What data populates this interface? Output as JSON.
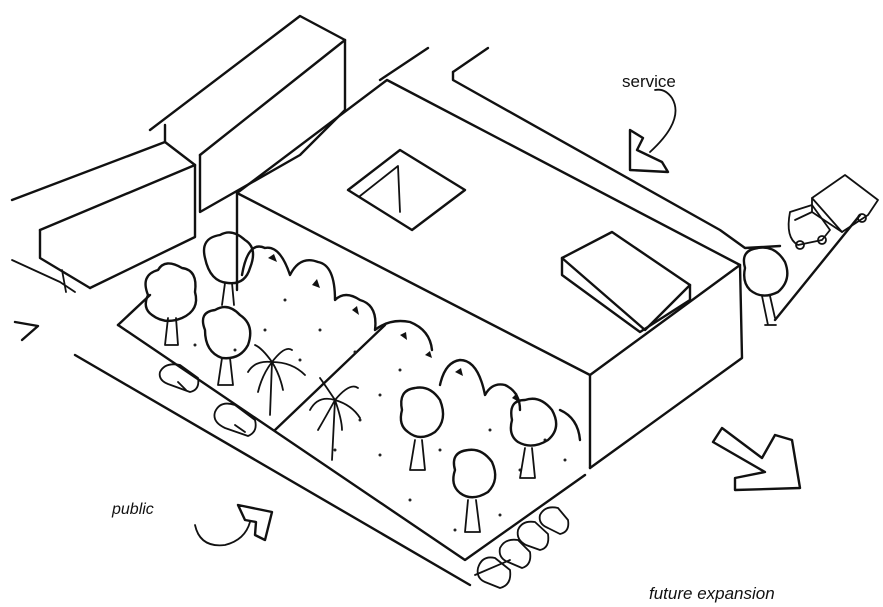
{
  "labels": {
    "service": "service",
    "public": "public",
    "future": "future expansion"
  },
  "colors": {
    "ink": "#111111",
    "paper": "#ffffff"
  },
  "icons": [
    "truck-icon",
    "car-icon",
    "tree-icon",
    "palm-tree-icon",
    "arrow-icon"
  ]
}
